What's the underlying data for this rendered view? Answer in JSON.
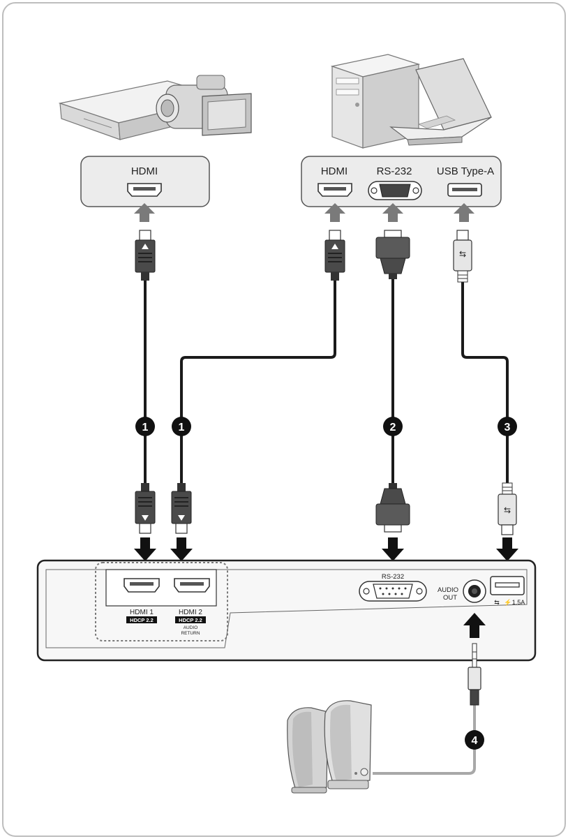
{
  "sources": {
    "hdmi_label": "HDMI",
    "computer": {
      "hdmi_label": "HDMI",
      "rs232_label": "RS-232",
      "usb_label": "USB Type-A"
    }
  },
  "cables": {
    "badge_1a": "1",
    "badge_1b": "1",
    "badge_2": "2",
    "badge_3": "3",
    "badge_4": "4"
  },
  "projector": {
    "hdmi1_label": "HDMI 1",
    "hdmi1_hdcp": "HDCP 2.2",
    "hdmi2_label": "HDMI 2",
    "hdmi2_hdcp": "HDCP 2.2",
    "audio_return_line1": "AUDIO",
    "audio_return_line2": "RETURN",
    "rs232_label": "RS-232",
    "audio_out_line1": "AUDIO",
    "audio_out_line2": "OUT",
    "usb_rating": "1.5A"
  },
  "colors": {
    "frame": "#bdbdbd",
    "cable": "#1a1a1a",
    "speaker_cable": "#a8a8a8",
    "arrow_up": "#7a7a7a",
    "arrow_down": "#111111",
    "box_fill": "#ececec",
    "badge": "#111111"
  }
}
